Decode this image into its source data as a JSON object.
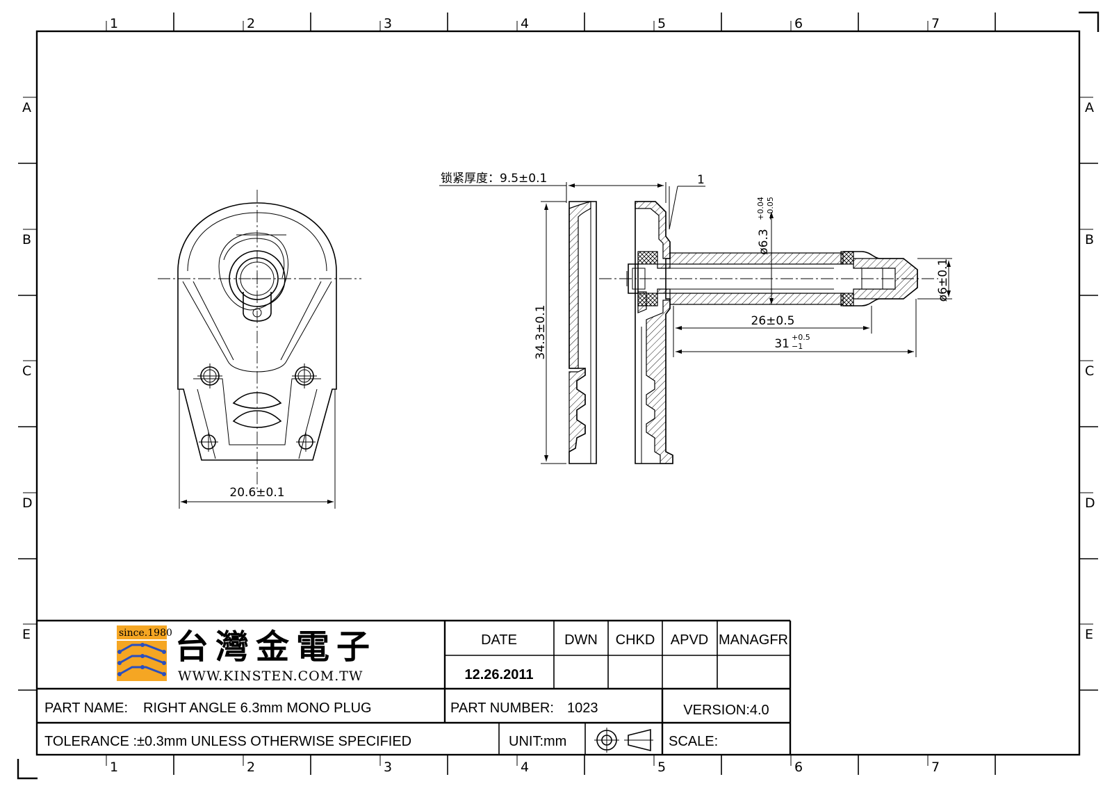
{
  "zones": {
    "columns": [
      "1",
      "2",
      "3",
      "4",
      "5",
      "6",
      "7"
    ],
    "rows": [
      "A",
      "B",
      "C",
      "D",
      "E"
    ]
  },
  "dimensions": {
    "width_front": "20.6±0.1",
    "height_side": "34.3±0.1",
    "lock_thickness": "锁紧厚度：9.5±0.1",
    "step_one": "1",
    "diameter_63": "ø6.3",
    "diameter_63_tol_plus": "+0.04",
    "diameter_63_tol_minus": "−0.05",
    "diameter_6": "ø6±0.1",
    "length_26": "26±0.5",
    "length_31": "31",
    "length_31_tol_plus": "+0.5",
    "length_31_tol_minus": "−1"
  },
  "title_block": {
    "since": "since.1980",
    "company_cn": "台灣金電子",
    "website": "WWW.KINSTEN.COM.TW",
    "date_label": "DATE",
    "date_value": "12.26.2011",
    "dwn_label": "DWN",
    "chkd_label": "CHKD",
    "apvd_label": "APVD",
    "managfr_label": "MANAGFR",
    "part_name_label": "PART  NAME:",
    "part_name_value": "RIGHT ANGLE 6.3mm MONO PLUG",
    "part_number_label": "PART  NUMBER:",
    "part_number_value": "1023",
    "version": "VERSION:4.0",
    "tolerance": "TOLERANCE  :±0.3mm  UNLESS  OTHERWISE  SPECIFIED",
    "unit": "UNIT:mm",
    "scale_label": "SCALE:",
    "logo_colors": {
      "orange": "#f5a623",
      "blue": "#2a4fbf",
      "red": "#d0021b"
    }
  }
}
